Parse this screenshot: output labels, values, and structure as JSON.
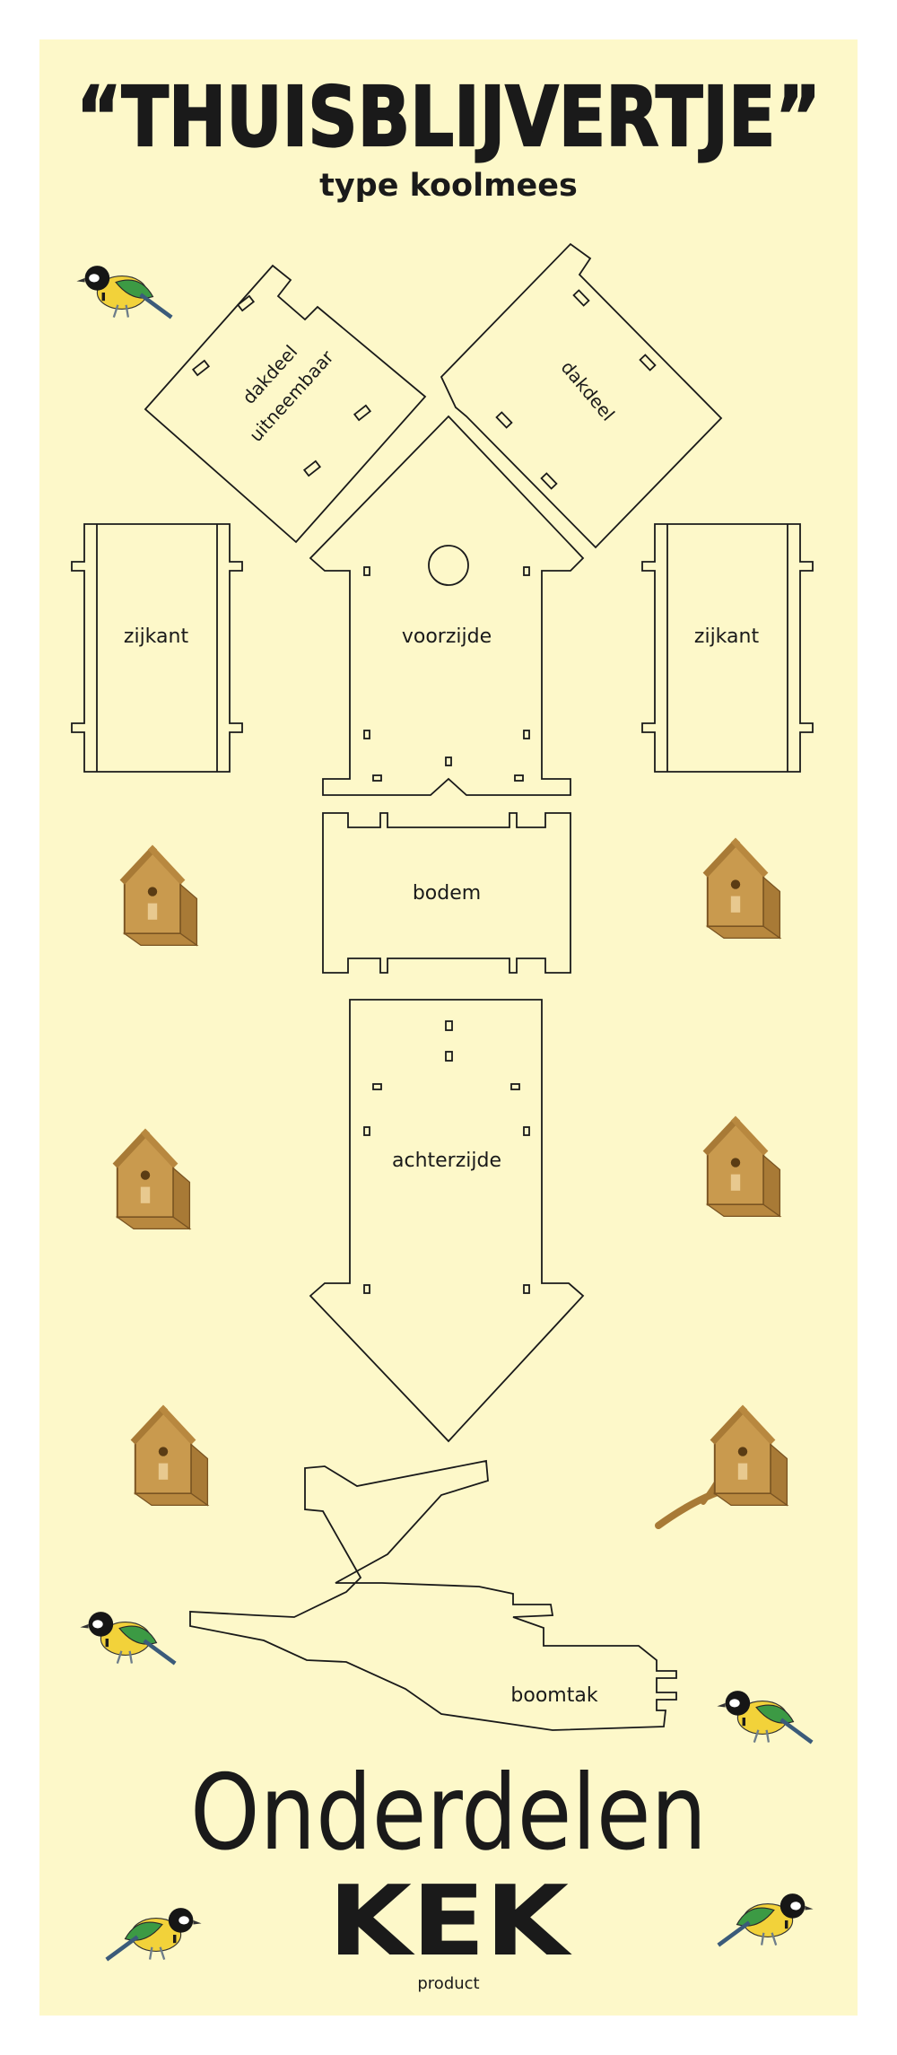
{
  "poster": {
    "title": "“THUISBLIJVERTJE”",
    "subtitle": "type koolmees",
    "heading": "Onderdelen",
    "brand_logo": "KEK",
    "brand_caption": "product"
  },
  "parts": {
    "roof_removable_line1": "dakdeel",
    "roof_removable_line2": "uitneembaar",
    "roof": "dakdeel",
    "side_left": "zijkant",
    "front": "voorzijde",
    "side_right": "zijkant",
    "bottom": "bodem",
    "back": "achterzijde",
    "branch": "boomtak"
  },
  "colors": {
    "background": "#fdf8c9",
    "outline": "#1a1a1a",
    "wood": "#c99a4e",
    "bird_green": "#3c9a44",
    "bird_yellow": "#f2d23a"
  },
  "icons": [
    "birdhouse-icon",
    "bird-icon"
  ]
}
